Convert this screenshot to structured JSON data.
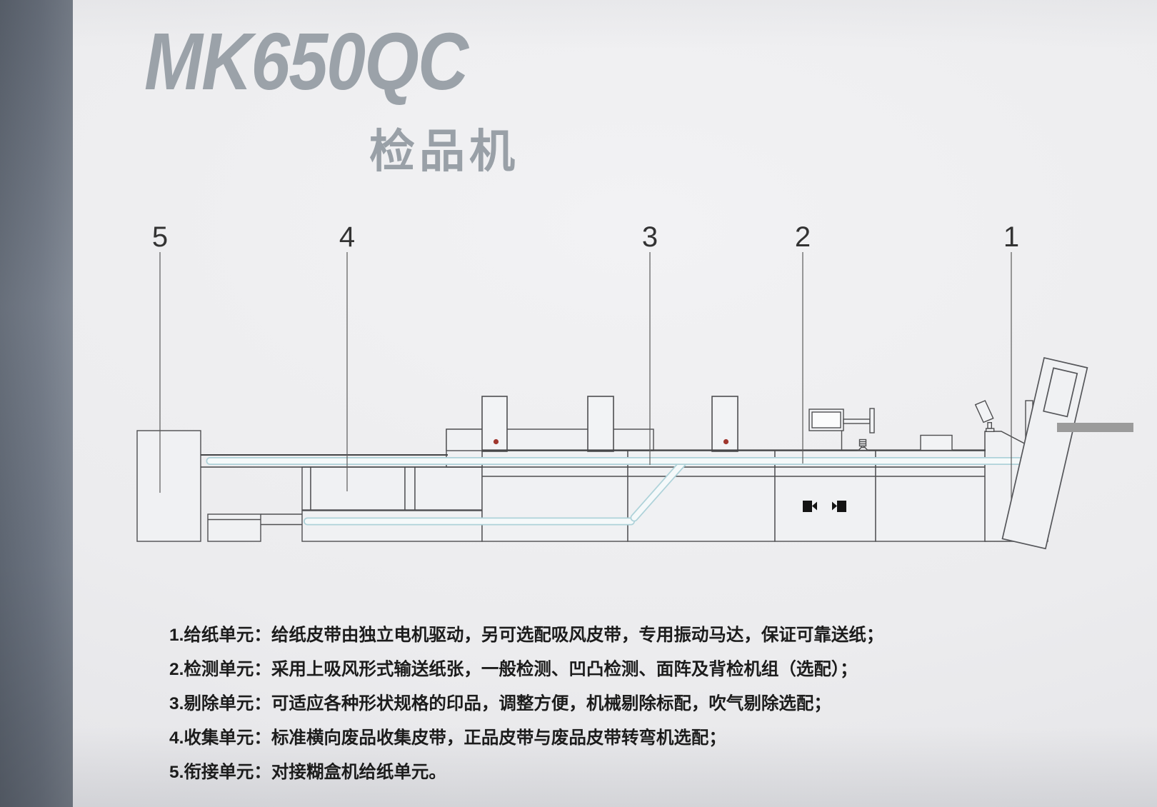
{
  "page": {
    "title": "MK650QC",
    "subtitle": "检品机"
  },
  "diagram": {
    "callouts": [
      {
        "number": "5"
      },
      {
        "number": "4"
      },
      {
        "number": "3"
      },
      {
        "number": "2"
      },
      {
        "number": "1"
      }
    ]
  },
  "captions": [
    "1.给纸单元：给纸皮带由独立电机驱动，另可选配吸风皮带，专用振动马达，保证可靠送纸；",
    "2.检测单元：采用上吸风形式输送纸张，一般检测、凹凸检测、面阵及背检机组（选配）；",
    "3.剔除单元：可适应各种形状规格的印品，调整方便，机械剔除标配，吹气剔除选配；",
    "4.收集单元：标准横向废品收集皮带，正品皮带与废品皮带转弯机选配；",
    "5.衔接单元：对接糊盒机给纸单元。"
  ],
  "colors": {
    "outline": "#4e4e50",
    "belt": "#aed2d9",
    "belt_fill": "#f5f9fa",
    "indicator_red": "#a0372e",
    "camera_black": "#141414",
    "panel_bar": "#9b9b9b",
    "title_gray": "#9ba2a9"
  }
}
